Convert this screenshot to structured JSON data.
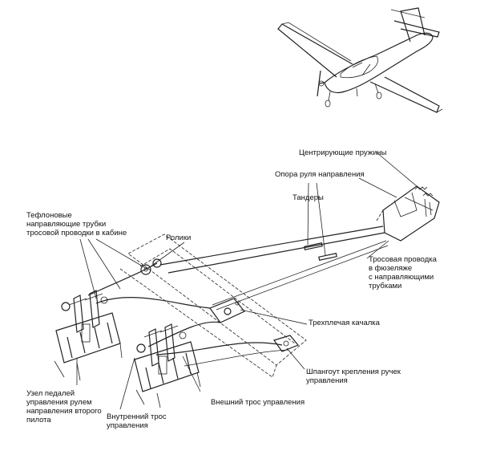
{
  "labels": {
    "centering_springs": "Центрирующие пружины",
    "rudder_support": "Опора руля направления",
    "tanders": "Тандеры",
    "teflon_tubes": "Тефлоновые\nнаправляющие трубки\nтросовой проводки в кабине",
    "rollers": "Ролики",
    "fuselage_cables": "Тросовая проводка\nв фюзеляже\nс направляющими\nтрубками",
    "bellcrank": "Трехплечая качалка",
    "handle_frame": "Шпангоут крепления ручек\nуправления",
    "copilot_pedals": "Узел педалей\nуправления рулем\nнаправления второго\nпилота",
    "inner_cable": "Внутренний трос\nуправления",
    "outer_cable": "Внешний трос управления"
  }
}
